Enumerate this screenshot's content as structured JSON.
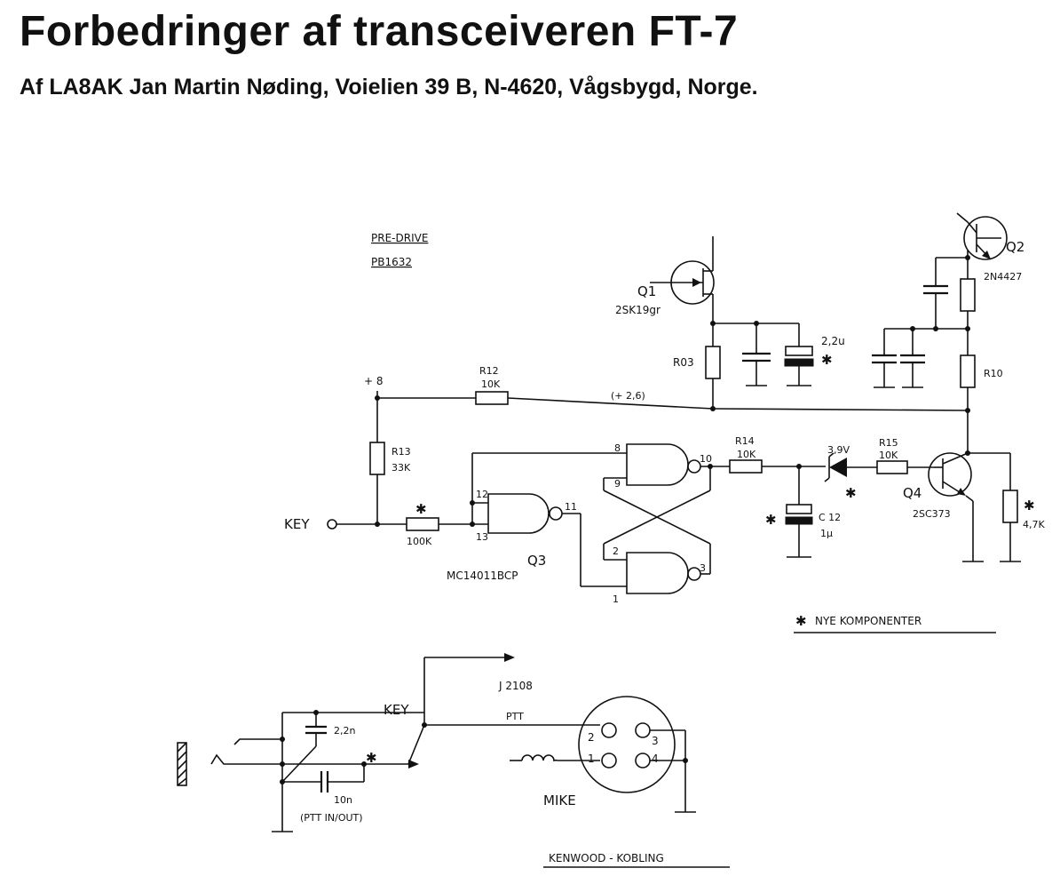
{
  "header": {
    "title": "Forbedringer af transceiveren FT-7",
    "subtitle": "Af LA8AK Jan Martin Nøding, Voielien 39 B, N-4620, Vågsbygd, Norge."
  },
  "schematic": {
    "predrive_label": "PRE-DRIVE",
    "predrive_part": "PB1632",
    "q1_name": "Q1",
    "q1_part": "2SK19gr",
    "q2_name": "Q2",
    "q2_part": "2N4427",
    "r03": "R03",
    "c_22u": "2,2u",
    "r10": "R10",
    "plus8": "+ 8",
    "r12_name": "R12",
    "r12_value": "10K",
    "node_26": "(+ 2,6)",
    "r13_name": "R13",
    "r13_value": "33K",
    "key_label": "KEY",
    "r_100k": "100K",
    "q3_name": "Q3",
    "q3_part": "MC14011BCP",
    "pin_8": "8",
    "pin_9": "9",
    "pin_10": "10",
    "pin_12": "12",
    "pin_13": "13",
    "pin_11": "11",
    "pin_2": "2",
    "pin_1": "1",
    "pin_3": "3",
    "r14_name": "R14",
    "r14_value": "10K",
    "zener_value": "3,9V",
    "r15_name": "R15",
    "r15_value": "10K",
    "q4_name": "Q4",
    "q4_part": "2SC373",
    "c12_name": "C 12",
    "c12_value": "1µ",
    "r_47k": "4,7K",
    "legend_mark": "✱",
    "legend_text": "NYE KOMPONENTER",
    "j2108": "J 2108",
    "key_bottom": "KEY",
    "c_22n": "2,2n",
    "c_10n": "10n",
    "ptt_inout": "(PTT IN/OUT)",
    "ptt": "PTT",
    "mike": "MIKE",
    "conn_pin_2": "2",
    "conn_pin_3": "3",
    "conn_pin_1": "1",
    "conn_pin_4": "4",
    "kenwood": "KENWOOD - KOBLING"
  }
}
